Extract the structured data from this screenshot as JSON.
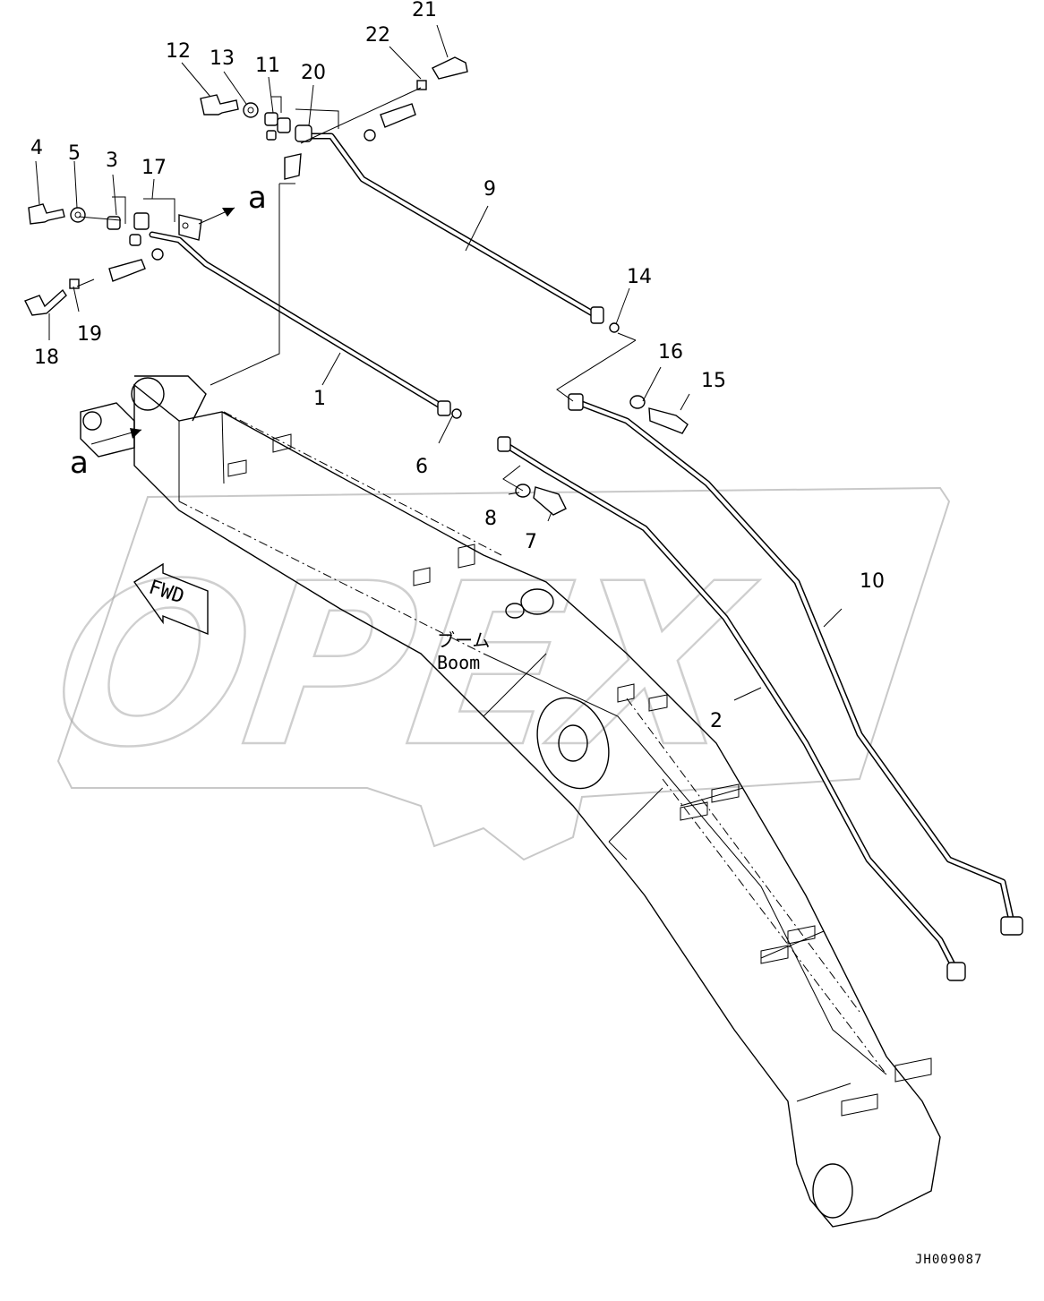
{
  "drawing_id": "JH009087",
  "watermark": "OPEX",
  "boom_label_jp": "ブーム",
  "boom_label_en": "Boom",
  "fwd_label": "FWD",
  "ref_letter": "a",
  "callouts": {
    "c1": "1",
    "c2": "2",
    "c3": "3",
    "c4": "4",
    "c5": "5",
    "c6": "6",
    "c7": "7",
    "c8": "8",
    "c9": "9",
    "c10": "10",
    "c11": "11",
    "c12": "12",
    "c13": "13",
    "c14": "14",
    "c15": "15",
    "c16": "16",
    "c17": "17",
    "c18": "18",
    "c19": "19",
    "c20": "20",
    "c21": "21",
    "c22": "22"
  }
}
